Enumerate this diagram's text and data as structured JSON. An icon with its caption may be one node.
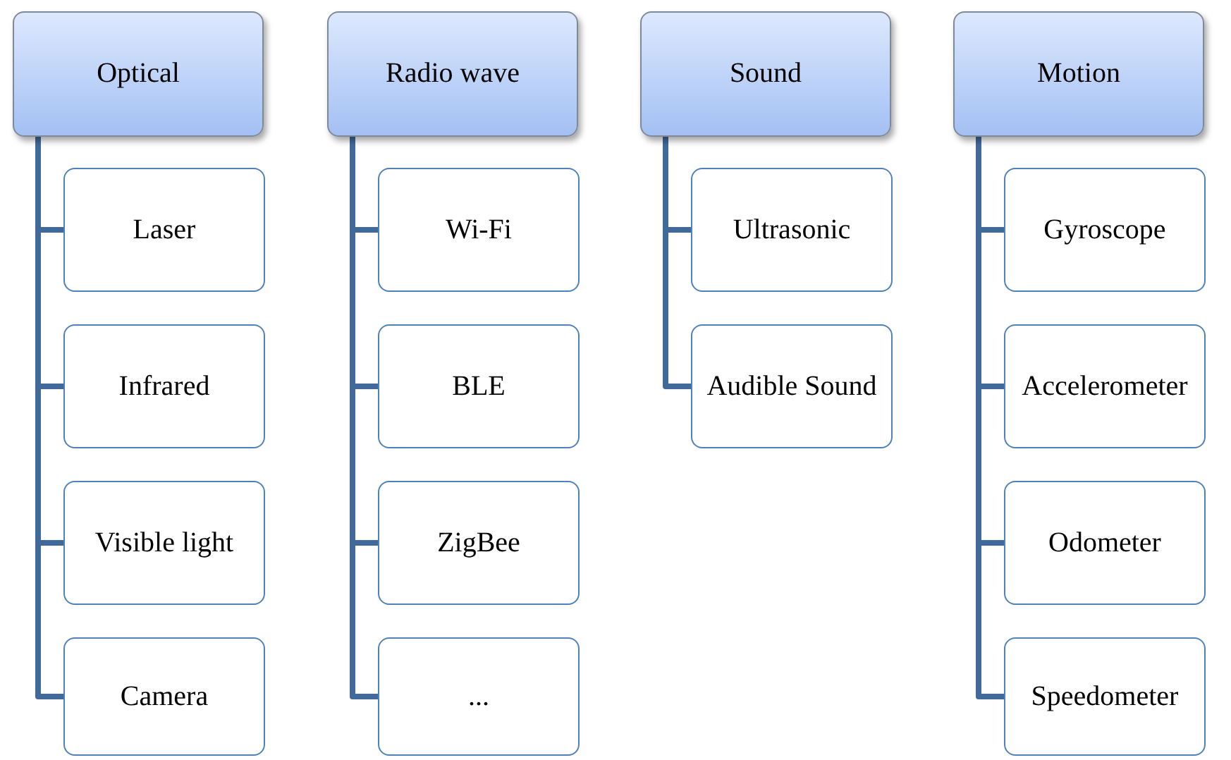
{
  "diagram": {
    "nodes": [
      {
        "text": [
          "Optical"
        ]
      },
      {
        "text": [
          "Laser"
        ]
      },
      {
        "text": [
          "Infrared"
        ]
      },
      {
        "text": [
          "Visible light"
        ]
      },
      {
        "text": [
          "Camera"
        ]
      },
      {
        "text": [
          "Radio wave"
        ]
      },
      {
        "text": [
          "Wi-Fi"
        ]
      },
      {
        "text": [
          "BLE"
        ]
      },
      {
        "text": [
          "ZigBee"
        ]
      },
      {
        "text": [
          "..."
        ]
      },
      {
        "text": [
          "Sound"
        ]
      },
      {
        "text": [
          "Ultrasonic"
        ]
      },
      {
        "text": [
          "Audible Sound"
        ]
      },
      {
        "text": [
          "Motion"
        ]
      },
      {
        "text": [
          "Gyroscope"
        ]
      },
      {
        "text": [
          "Accelerometer"
        ]
      },
      {
        "text": [
          "Odometer"
        ]
      },
      {
        "text": [
          "Speedometer"
        ]
      }
    ],
    "edges": [
      {
        "from": 0,
        "to": 1,
        "arrow": "none"
      },
      {
        "from": 0,
        "to": 2,
        "arrow": "none"
      },
      {
        "from": 0,
        "to": 3,
        "arrow": "none"
      },
      {
        "from": 0,
        "to": 4,
        "arrow": "none"
      },
      {
        "from": 5,
        "to": 6,
        "arrow": "none"
      },
      {
        "from": 5,
        "to": 7,
        "arrow": "none"
      },
      {
        "from": 5,
        "to": 8,
        "arrow": "none"
      },
      {
        "from": 5,
        "to": 9,
        "arrow": "none"
      },
      {
        "from": 10,
        "to": 11,
        "arrow": "none"
      },
      {
        "from": 10,
        "to": 12,
        "arrow": "none"
      },
      {
        "from": 13,
        "to": 14,
        "arrow": "none"
      },
      {
        "from": 13,
        "to": 15,
        "arrow": "none"
      },
      {
        "from": 13,
        "to": 16,
        "arrow": "none"
      },
      {
        "from": 13,
        "to": 17,
        "arrow": "none"
      }
    ]
  }
}
